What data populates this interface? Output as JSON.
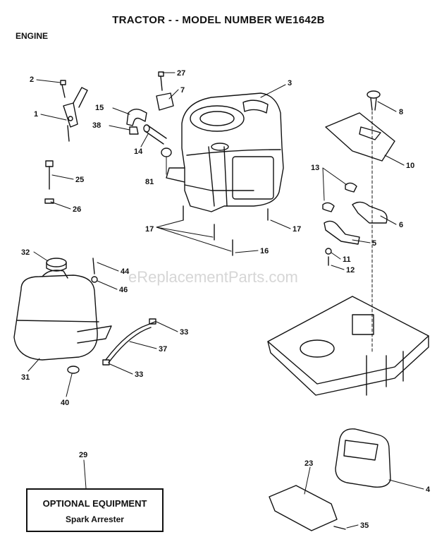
{
  "title": "TRACTOR - - MODEL NUMBER WE1642B",
  "section": "ENGINE",
  "watermark": "eReplacementParts.com",
  "optional_equipment": {
    "heading": "OPTIONAL EQUIPMENT",
    "item": "Spark Arrester"
  },
  "callouts": {
    "c1": "1",
    "c2": "2",
    "c3": "3",
    "c4": "4",
    "c5": "5",
    "c6": "6",
    "c7": "7",
    "c8": "8",
    "c10": "10",
    "c11": "11",
    "c12": "12",
    "c13": "13",
    "c14": "14",
    "c15": "15",
    "c16": "16",
    "c17a": "17",
    "c17b": "17",
    "c23": "23",
    "c25": "25",
    "c26": "26",
    "c27": "27",
    "c29": "29",
    "c31": "31",
    "c32": "32",
    "c33a": "33",
    "c33b": "33",
    "c35": "35",
    "c37": "37",
    "c38": "38",
    "c40": "40",
    "c44": "44",
    "c46": "46",
    "c81": "81"
  }
}
